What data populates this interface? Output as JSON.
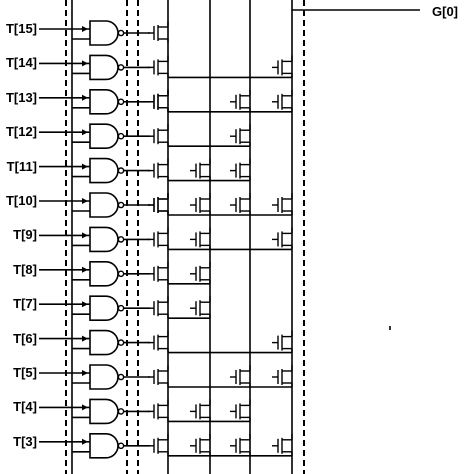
{
  "diagram": {
    "input_labels": [
      "T[15]",
      "T[14]",
      "T[13]",
      "T[12]",
      "T[11]",
      "T[10]",
      "T[9]",
      "T[8]",
      "T[7]",
      "T[6]",
      "T[5]",
      "T[4]",
      "T[3]"
    ],
    "output_label": "G[0]",
    "transistor_rows": [
      [],
      [
        4
      ],
      [
        1,
        3,
        4
      ],
      [
        3
      ],
      [
        2,
        3
      ],
      [
        1,
        2,
        3,
        4
      ],
      [
        2,
        4
      ],
      [
        2
      ],
      [
        2
      ],
      [
        4
      ],
      [
        3,
        4
      ],
      [
        2,
        3
      ],
      [
        2,
        3,
        4
      ]
    ],
    "colors": {
      "ink": "#000000",
      "background": "#ffffff"
    }
  }
}
